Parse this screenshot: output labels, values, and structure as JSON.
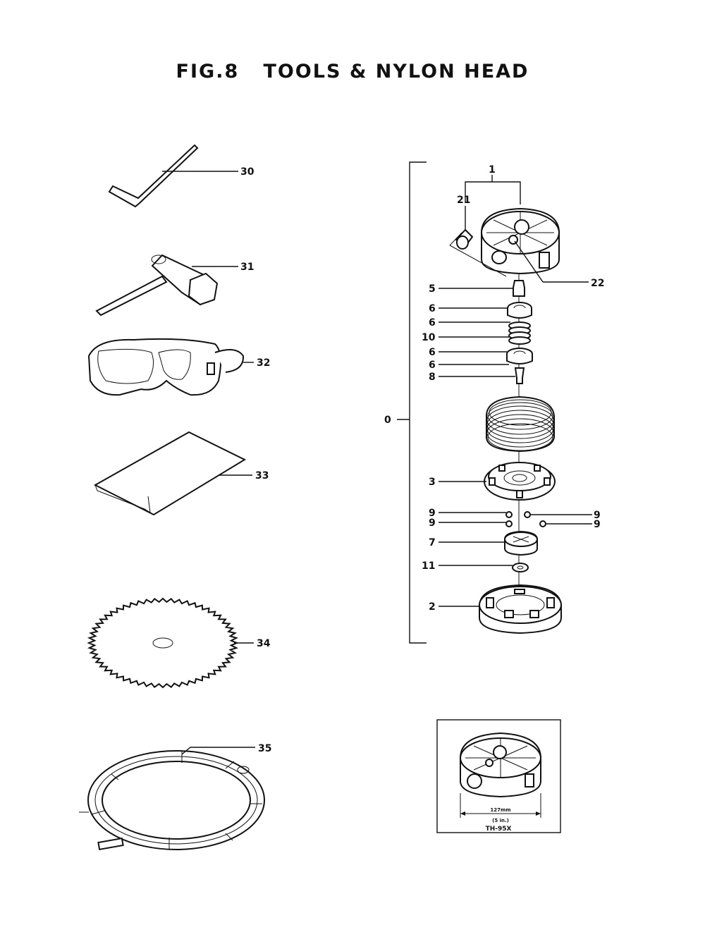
{
  "title": "FIG.8   TOOLS & NYLON HEAD",
  "callouts": {
    "c30": "30",
    "c31": "31",
    "c32": "32",
    "c33": "33",
    "c34": "34",
    "c35": "35",
    "c1": "1",
    "c21": "21",
    "c22": "22",
    "c5": "5",
    "c6a": "6",
    "c6b": "6",
    "c10": "10",
    "c6c": "6",
    "c6d": "6",
    "c8": "8",
    "c0": "0",
    "c3": "3",
    "c9a": "9",
    "c9b": "9",
    "c9c": "9",
    "c9d": "9",
    "c7": "7",
    "c11": "11",
    "c2": "2"
  },
  "inset": {
    "dimension_mm": "127mm",
    "dimension_in": "(5 in.)",
    "caption": "TH-95X"
  }
}
